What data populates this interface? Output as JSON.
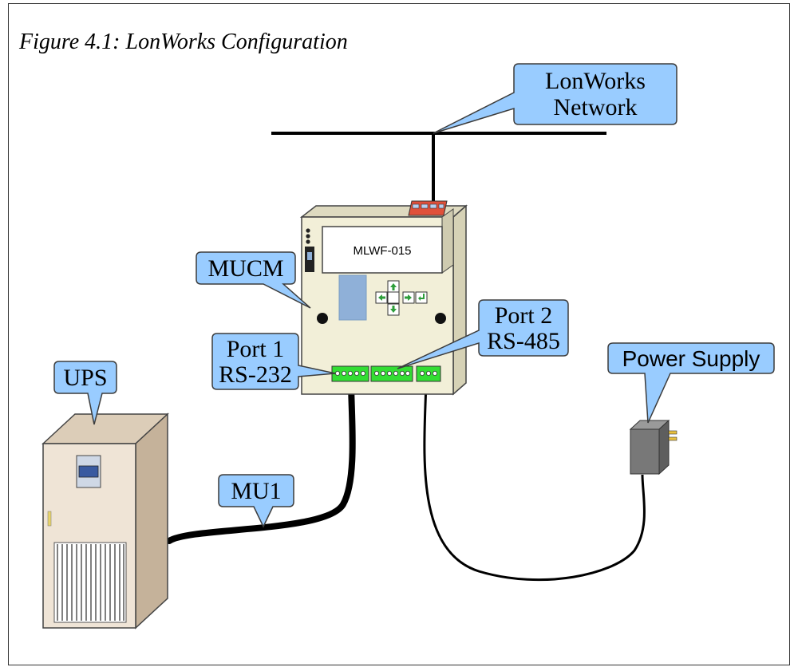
{
  "figure": {
    "caption": "Figure 4.1: LonWorks Configuration"
  },
  "labels": {
    "network_line1": "LonWorks",
    "network_line2": "Network",
    "mucm": "MUCM",
    "port1_line1": "Port 1",
    "port1_line2": "RS-232",
    "port2_line1": "Port 2",
    "port2_line2": "RS-485",
    "power_supply": "Power Supply",
    "ups": "UPS",
    "mu1": "MU1"
  },
  "device": {
    "display_text": "MLWF-015"
  },
  "colors": {
    "callout_fill": "#99ccff",
    "callout_stroke": "#3c3c3c",
    "device_body": "#f2efd8",
    "terminal_green": "#33dd33",
    "lon_connector": "#e0503a",
    "ups_body": "#efe4d6",
    "power_supply": "#777777"
  }
}
